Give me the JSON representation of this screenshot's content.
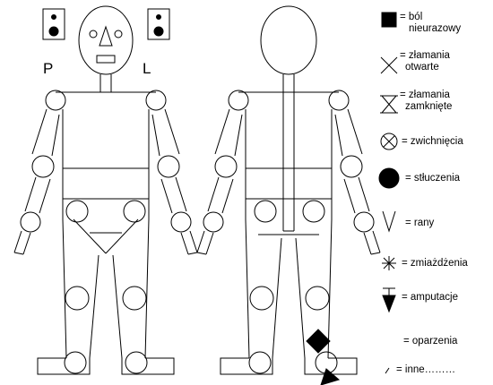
{
  "colors": {
    "ink": "#000000",
    "paper": "#ffffff"
  },
  "figure": {
    "side_left": "P",
    "side_right": "L",
    "markers_on_back": [
      "diamond-mark",
      "half-disc-mark"
    ]
  },
  "legend": [
    {
      "icon": "filled-square-icon",
      "lines": [
        "= ból",
        "nieurazowy"
      ]
    },
    {
      "icon": "x-cross-icon",
      "lines": [
        "= złamania",
        "otwarte"
      ]
    },
    {
      "icon": "hourglass-icon",
      "lines": [
        "= złamania",
        "zamknięte"
      ]
    },
    {
      "icon": "circled-x-icon",
      "lines": [
        "= zwichnięcia"
      ]
    },
    {
      "icon": "filled-circle-icon",
      "lines": [
        "= stłuczenia"
      ]
    },
    {
      "icon": "v-shape-icon",
      "lines": [
        "= rany"
      ]
    },
    {
      "icon": "asterisk-icon",
      "lines": [
        "= zmiażdżenia"
      ]
    },
    {
      "icon": "amputation-arrow-icon",
      "lines": [
        "= amputacje"
      ]
    },
    {
      "icon": "burn-icon",
      "lines": [
        "= oparzenia"
      ]
    },
    {
      "icon": "slash-icon",
      "lines": [
        "= inne………"
      ]
    }
  ]
}
